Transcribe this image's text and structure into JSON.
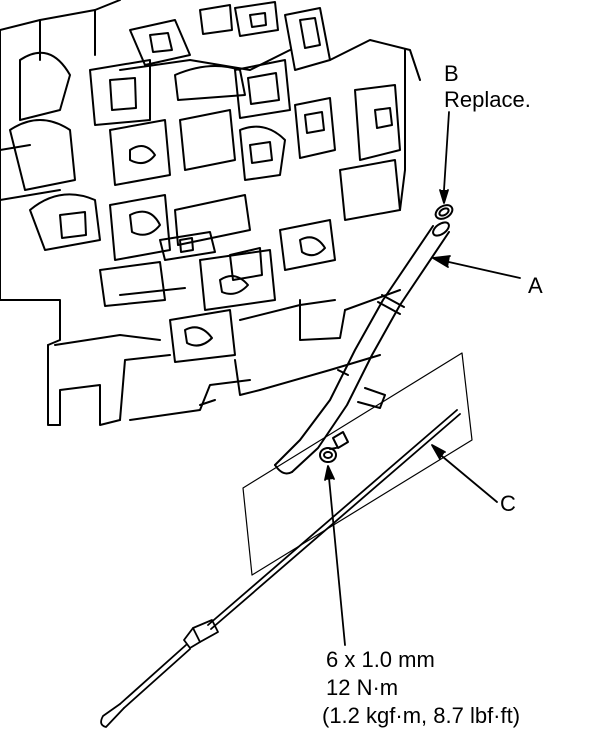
{
  "callouts": {
    "a": "A",
    "b": "B",
    "b_note": "Replace.",
    "c": "C"
  },
  "spec": {
    "line1": "6 x 1.0 mm",
    "line2": "12 N·m",
    "line3": "(1.2 kgf·m, 8.7 lbf·ft)"
  }
}
